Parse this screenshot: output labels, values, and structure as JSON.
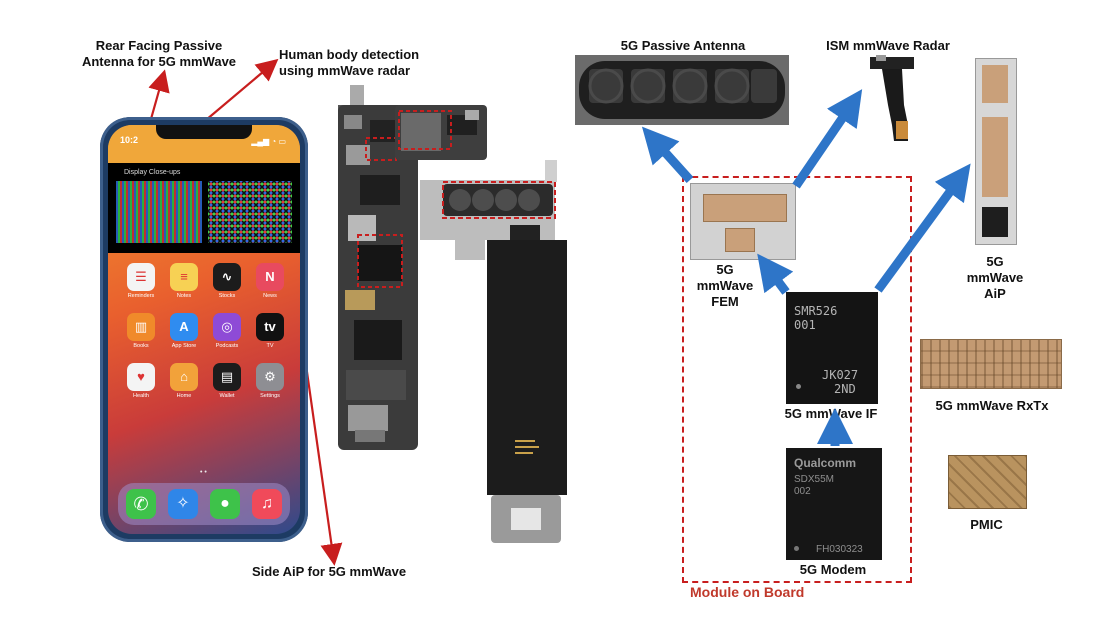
{
  "labels": {
    "rear_antenna_line1": "Rear Facing Passive",
    "rear_antenna_line2": "Antenna for 5G mmWave",
    "body_detection_line1": "Human body detection",
    "body_detection_line2": "using mmWave radar",
    "side_aip": "Side AiP for 5G mmWave",
    "passive_antenna": "5G Passive Antenna",
    "ism_radar": "ISM mmWave Radar",
    "fem_line1": "5G",
    "fem_line2": "mmWave",
    "fem_line3": "FEM",
    "aip_line1": "5G",
    "aip_line2": "mmWave",
    "aip_line3": "AiP",
    "rxtx": "5G mmWave RxTx",
    "if_chip": "5G mmWave IF",
    "modem": "5G Modem",
    "pmic": "PMIC",
    "module_on_board": "Module on Board"
  },
  "phone": {
    "status_time": "10:2",
    "widget_title": "Display Close-ups",
    "apps": [
      "Reminders",
      "Notes",
      "Stocks",
      "News",
      "Books",
      "App Store",
      "Podcasts",
      "TV",
      "Health",
      "Home",
      "Wallet",
      "Settings"
    ]
  },
  "chips": {
    "if_marking": [
      "SMR526",
      "001",
      "JK027",
      "2ND"
    ],
    "modem_marking": [
      "Qualcomm",
      "SDX55M",
      "002",
      "FH030323"
    ]
  },
  "colors": {
    "arrow_red": "#c81e1e",
    "arrow_blue": "#2e75c8",
    "dashed_red": "#c81e1e",
    "module_label": "#c0392b",
    "phone_frame": "#1d3b63",
    "pcb_dark": "#2a2a2a",
    "pcb_gold": "#b89a5a",
    "die_copper": "#c9a07a"
  }
}
